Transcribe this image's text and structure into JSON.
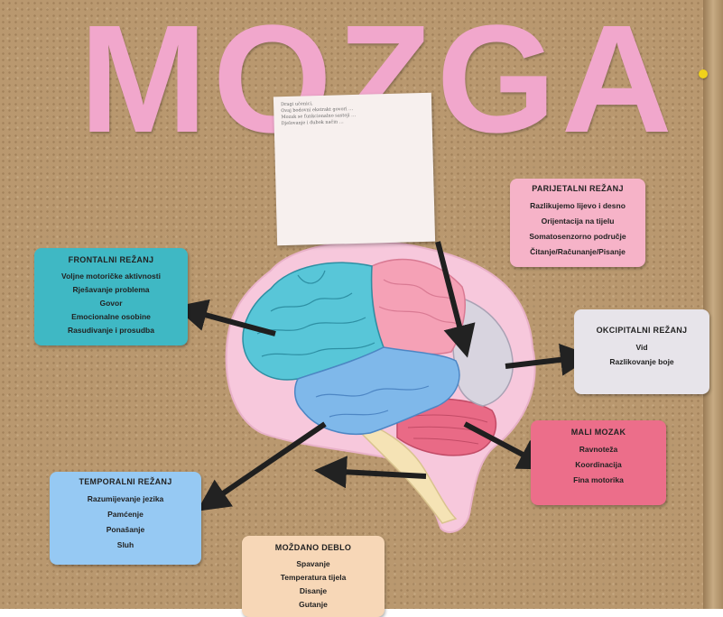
{
  "title": "MOZGA",
  "note": {
    "lines": [
      "Dragi učenici,",
      "Ovaj bodovni ekstrakt govori …",
      "Mozak se funkcionalno sastoji …",
      "Djelovanje i dubok način …"
    ]
  },
  "regions": {
    "frontal": {
      "heading": "FRONTALNI REŽANJ",
      "items": [
        "Voljne motoričke aktivnosti",
        "Rješavanje problema",
        "Govor",
        "Emocionalne osobine",
        "Rasudivanje i prosudba"
      ],
      "color": "#3fb8c4"
    },
    "parietal": {
      "heading": "PARIJETALNI REŽANJ",
      "items": [
        "Razlikujemo lijevo i desno",
        "Orijentacija na tijelu",
        "Somatosenzorno područje",
        "Čitanje/Računanje/Pisanje"
      ],
      "color": "#f6b3c8"
    },
    "occipital": {
      "heading": "OKCIPITALNI REŽANJ",
      "items": [
        "Vid",
        "Razlikovanje boje"
      ],
      "color": "#e7e4ea"
    },
    "cerebellum": {
      "heading": "MALI MOZAK",
      "items": [
        "Ravnoteža",
        "Koordinacija",
        "Fina motorika"
      ],
      "color": "#ec6e8a"
    },
    "temporal": {
      "heading": "TEMPORALNI REŽANJ",
      "items": [
        "Razumijevanje jezika",
        "Pamćenje",
        "Ponašanje",
        "Sluh"
      ],
      "color": "#96c9f3"
    },
    "brainstem": {
      "heading": "MOŽDANO DEBLO",
      "items": [
        "Spavanje",
        "Temperatura tijela",
        "Disanje",
        "Gutanje"
      ],
      "color": "#f7d7b7"
    }
  }
}
